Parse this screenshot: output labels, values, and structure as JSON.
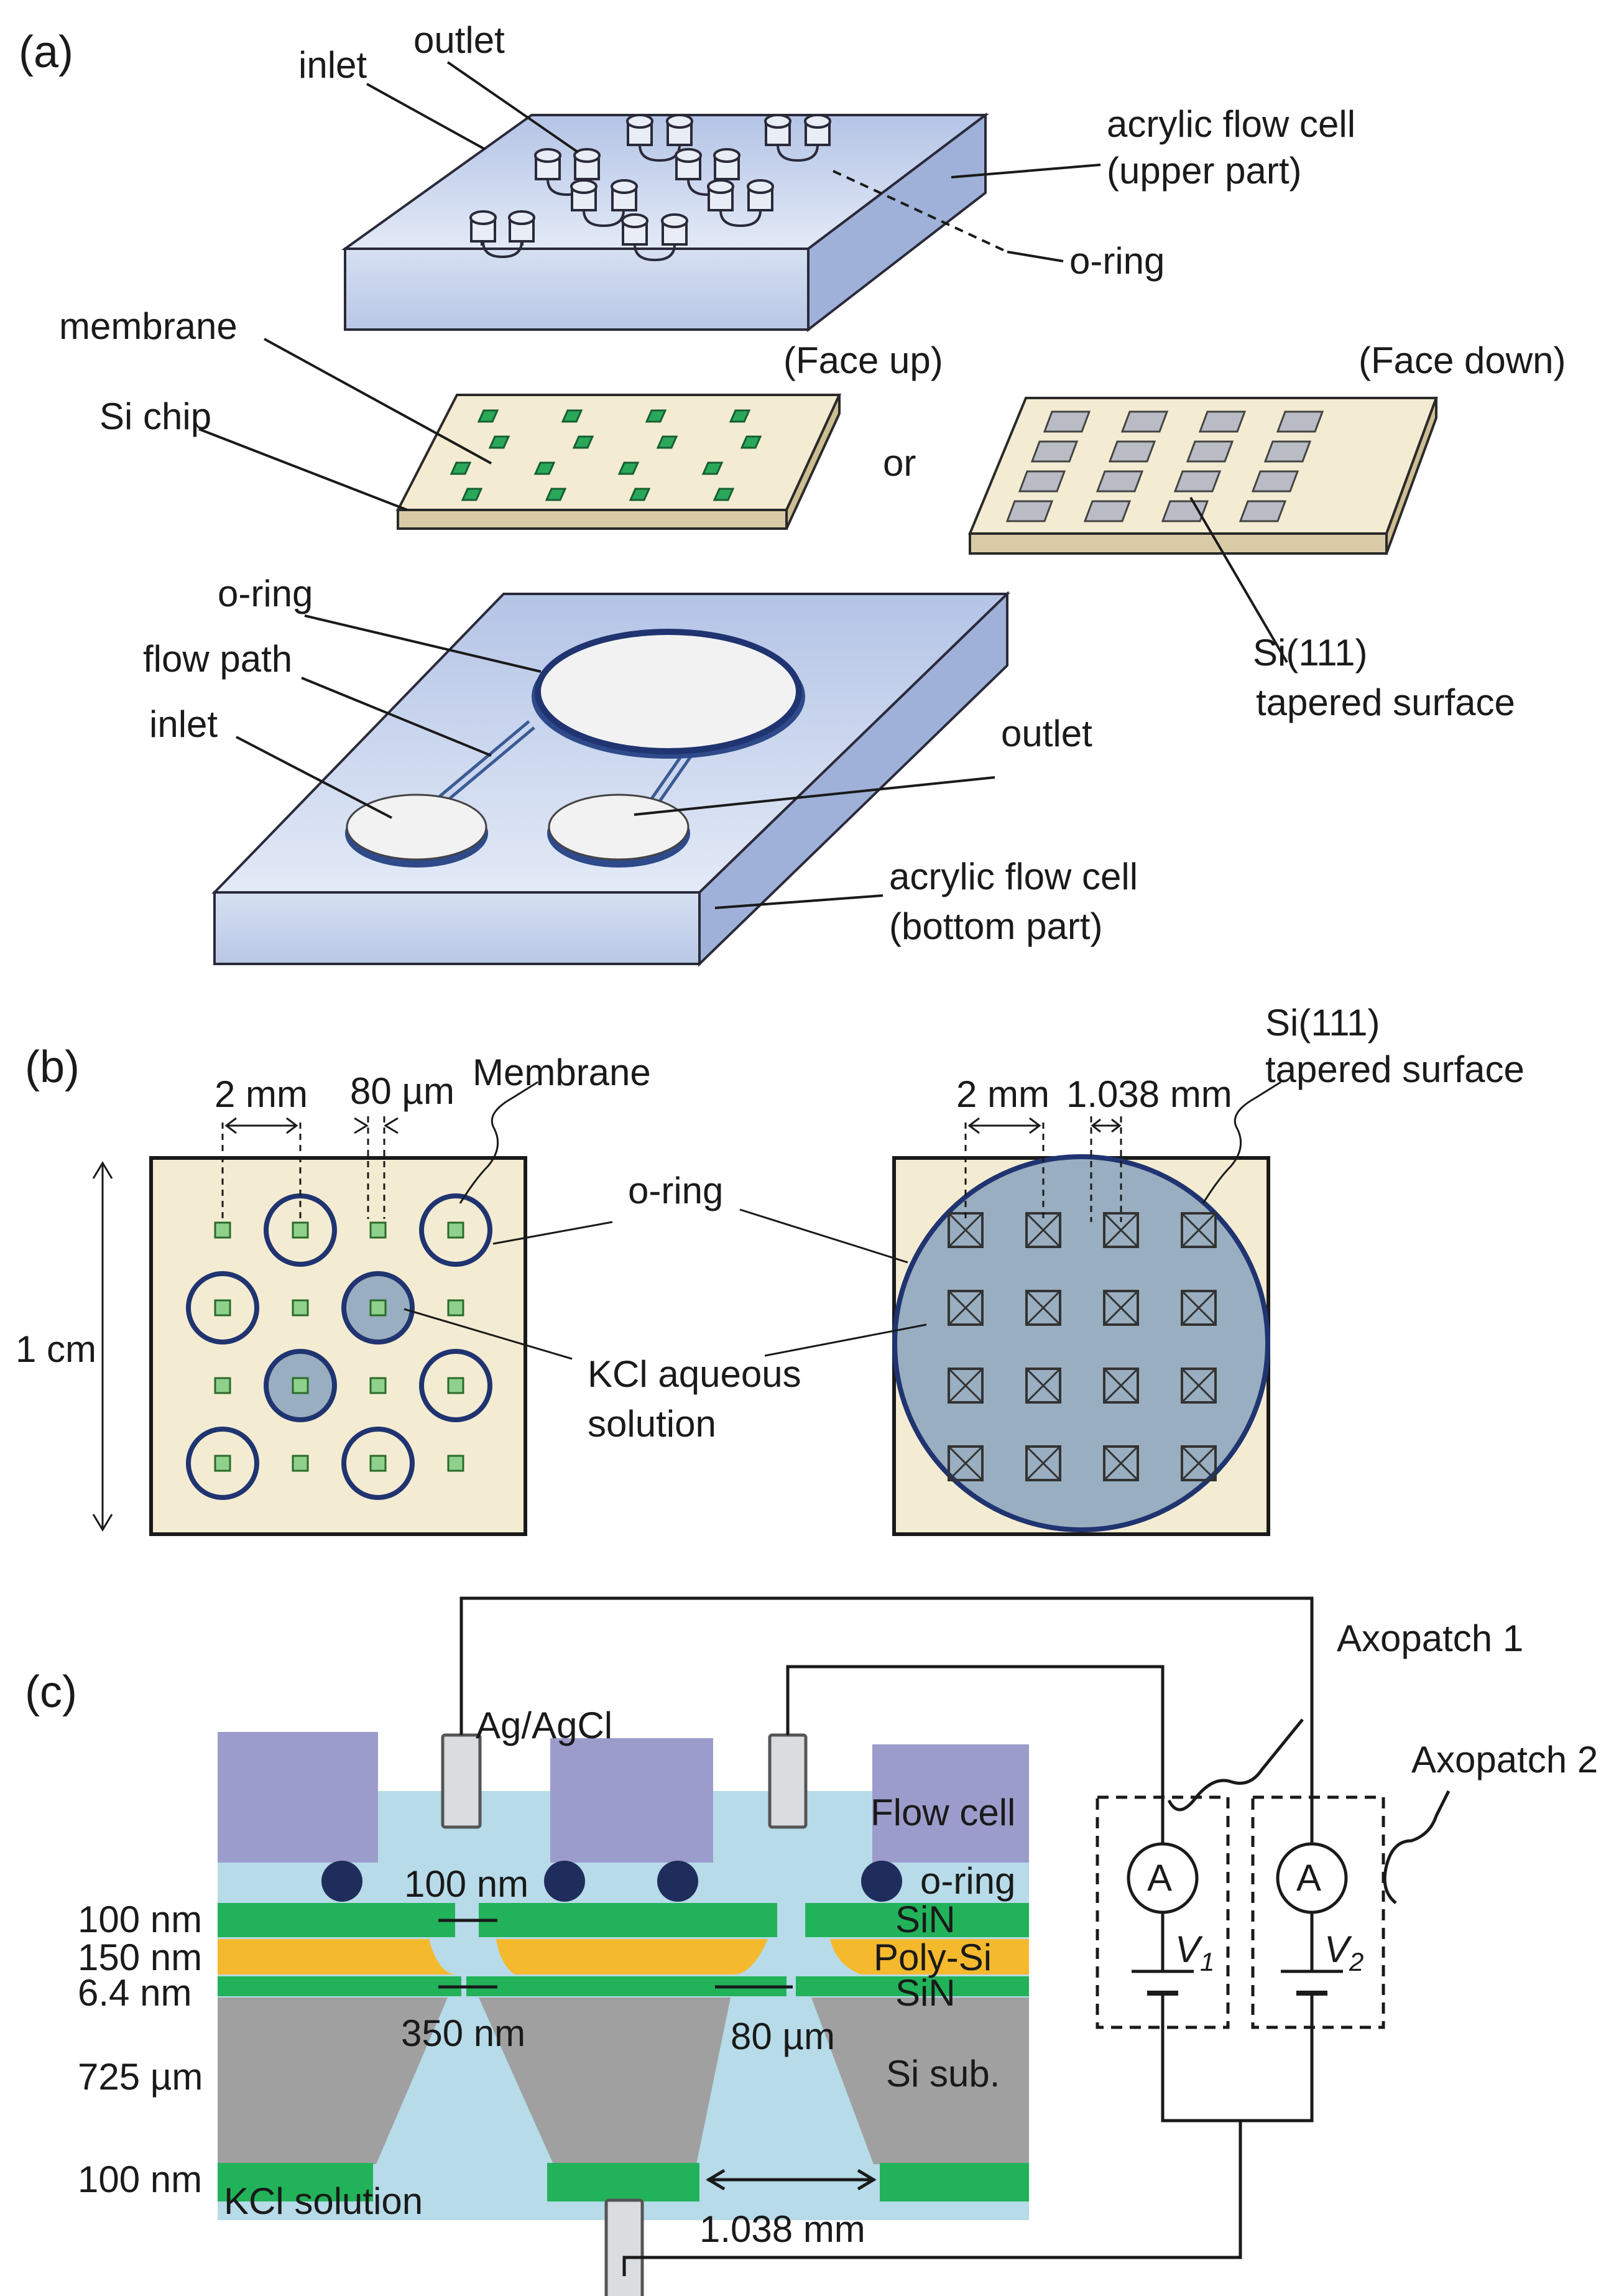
{
  "colors": {
    "acrylic": "#c9d6ee",
    "acrylic_side": "#a9b9dc",
    "chip_top": "#f4ecd2",
    "chip_side": "#d9cba6",
    "membrane": "#2aa85a",
    "membrane_light": "#8fd18c",
    "oring": "#1f3470",
    "kcl": "#b7dbe8",
    "window": "#99aec0",
    "flowcell": "#9c9ccc",
    "sin": "#22b35a",
    "polysi": "#f5b92e",
    "sisub": "#a0a0a0"
  },
  "panel_a": {
    "letter": "(a)",
    "inlet_top": "inlet",
    "outlet_top": "outlet",
    "acrylic_upper_1": "acrylic flow cell",
    "acrylic_upper_2": "(upper part)",
    "oring_top": "o-ring",
    "membrane": "membrane",
    "si_chip": "Si chip",
    "face_up": "(Face up)",
    "or": "or",
    "face_down": "(Face down)",
    "si111_1": "Si(111)",
    "si111_2": "tapered surface",
    "oring_bottom": "o-ring",
    "flow_path": "flow path",
    "inlet_bottom": "inlet",
    "outlet_bottom": "outlet",
    "acrylic_bottom_1": "acrylic flow cell",
    "acrylic_bottom_2": "(bottom part)"
  },
  "panel_b": {
    "letter": "(b)",
    "dim_2mm_left": "2 mm",
    "dim_80um": "80 µm",
    "membrane": "Membrane",
    "oring": "o-ring",
    "dim_1cm": "1 cm",
    "kcl_1": "KCl aqueous",
    "kcl_2": "solution",
    "dim_2mm_right": "2 mm",
    "dim_1038": "1.038 mm",
    "si111_1": "Si(111)",
    "si111_2": "tapered surface"
  },
  "panel_c": {
    "letter": "(c)",
    "agcl": "Ag/AgCl",
    "axopatch1": "Axopatch 1",
    "axopatch2": "Axopatch 2",
    "flow_cell": "Flow cell",
    "oring": "o-ring",
    "dim_100nm": "100 nm",
    "sin_top": "SiN",
    "polysi": "Poly-Si",
    "sin_mid": "SiN",
    "dim_350nm": "350 nm",
    "dim_80um": "80 µm",
    "si_sub": "Si sub.",
    "dim_1038": "1.038 mm",
    "kcl": "KCl solution",
    "thick_sin_top": "100 nm",
    "thick_polysi": "150 nm",
    "thick_sin_mid": "6.4 nm",
    "thick_sub": "725 µm",
    "thick_sin_bot": "100 nm",
    "ammeter": "A",
    "v1": "V",
    "v1_sub": "1",
    "v2": "V",
    "v2_sub": "2"
  }
}
